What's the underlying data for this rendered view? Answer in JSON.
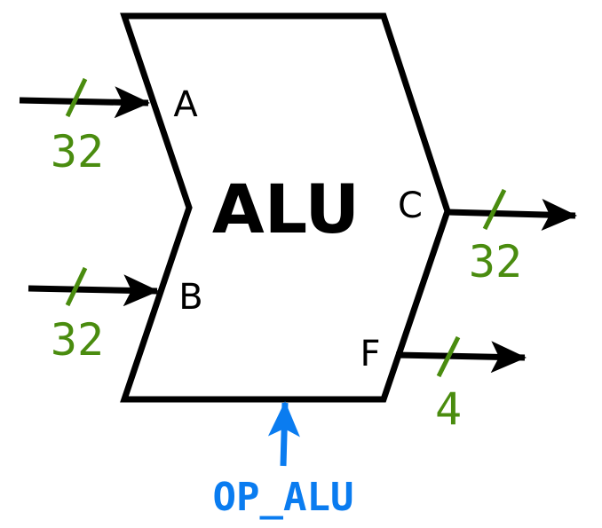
{
  "alu": {
    "title": "ALU",
    "inputs": [
      {
        "port": "A",
        "width": "32"
      },
      {
        "port": "B",
        "width": "32"
      }
    ],
    "outputs": [
      {
        "port": "C",
        "width": "32"
      },
      {
        "port": "F",
        "width": "4"
      }
    ],
    "control": "OP_ALU"
  },
  "colors": {
    "outline": "#000000",
    "bus_width": "#4a8c0f",
    "control": "#0a7cf0"
  }
}
